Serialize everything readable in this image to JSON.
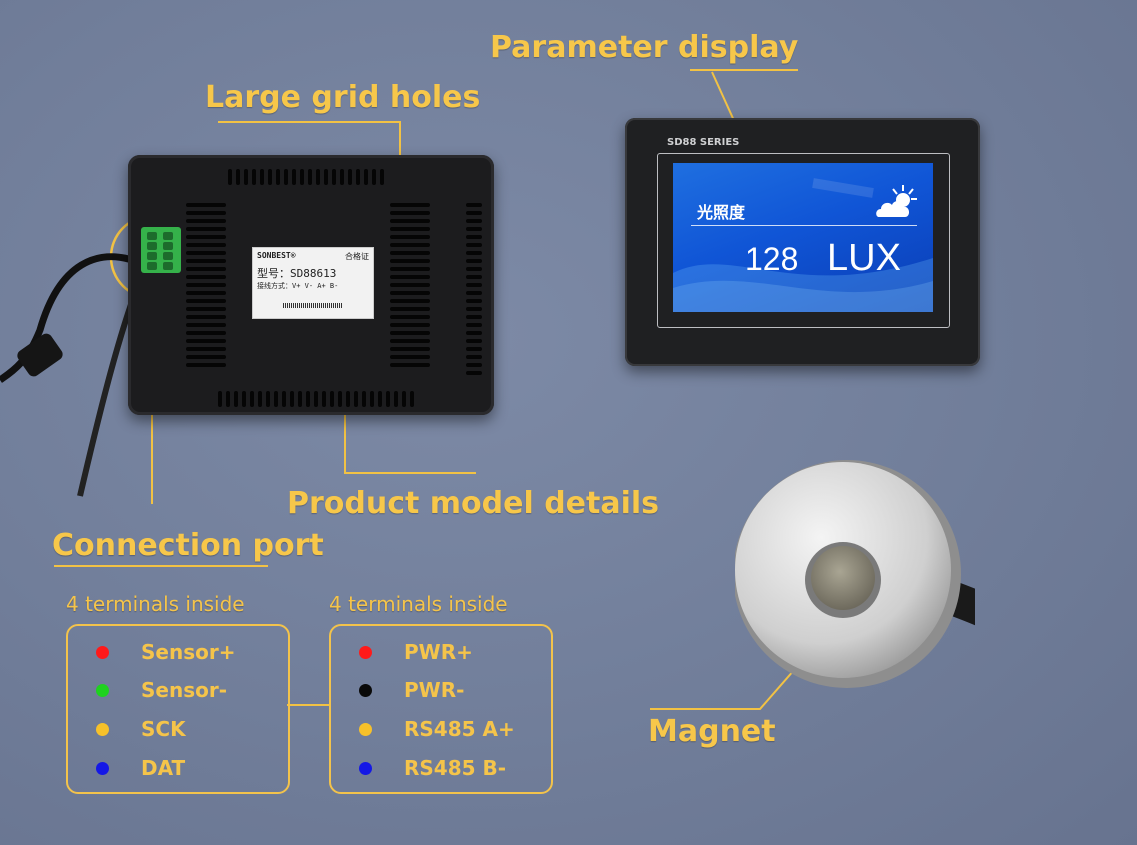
{
  "callouts": {
    "parameter_display": "Parameter display",
    "large_grid_holes": "Large grid holes",
    "product_model_details": "Product model details",
    "connection_port": "Connection port",
    "magnet": "Magnet"
  },
  "terminal_groups": [
    {
      "heading": "4 terminals inside",
      "items": [
        {
          "label": "Sensor+",
          "color": "#ff1a1a"
        },
        {
          "label": "Sensor-",
          "color": "#1fd21f"
        },
        {
          "label": "SCK",
          "color": "#f7c12a"
        },
        {
          "label": "DAT",
          "color": "#1418e6"
        }
      ]
    },
    {
      "heading": "4 terminals inside",
      "items": [
        {
          "label": "PWR+",
          "color": "#ff1a1a"
        },
        {
          "label": "PWR-",
          "color": "#0a0a0a"
        },
        {
          "label": "RS485 A+",
          "color": "#f7c12a"
        },
        {
          "label": "RS485 B-",
          "color": "#1418e6"
        }
      ]
    }
  ],
  "display": {
    "series": "SD88 SERIES",
    "title": "光照度",
    "value": "128",
    "unit": "LUX",
    "weather_icon": "sun-cloud-icon"
  },
  "sticker": {
    "brand": "SONBEST®",
    "cert": "合格证",
    "model": "型号：SD88613",
    "wiring": "接线方式：V+ V- A+ B-"
  },
  "colors": {
    "accent": "#f7c74a",
    "background": "#737f9b",
    "screen": "#1259d8",
    "terminal_green": "#35b14a"
  }
}
